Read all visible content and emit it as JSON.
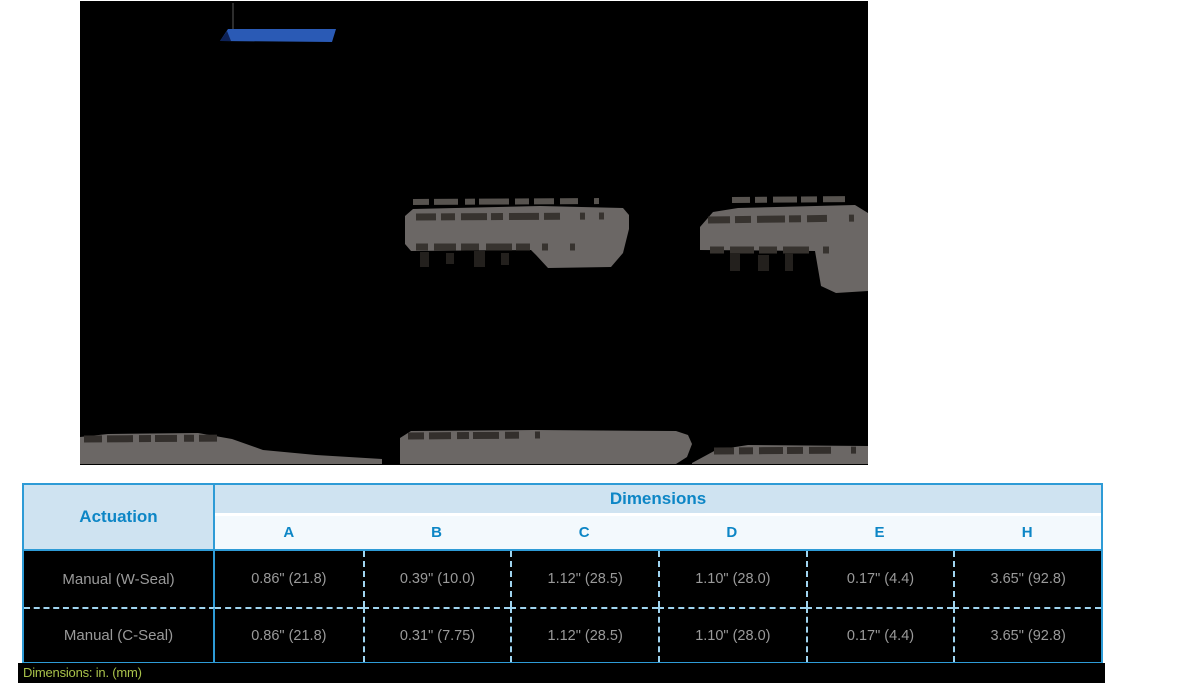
{
  "diagram": {
    "background": "#000000",
    "handle_color": "#2a5ab5",
    "callout_color": "#6b6765"
  },
  "table": {
    "corner_header": "Actuation",
    "group_header": "Dimensions",
    "columns": [
      "A",
      "B",
      "C",
      "D",
      "E",
      "H"
    ],
    "rows": [
      {
        "label": "Manual (W-Seal)",
        "values": [
          "0.86\" (21.8)",
          "0.39\" (10.0)",
          "1.12\" (28.5)",
          "1.10\" (28.0)",
          "0.17\" (4.4)",
          "3.65\" (92.8)"
        ]
      },
      {
        "label": "Manual (C-Seal)",
        "values": [
          "0.86\" (21.8)",
          "0.31\" (7.75)",
          "1.12\" (28.5)",
          "1.10\" (28.0)",
          "0.17\" (4.4)",
          "3.65\" (92.8)"
        ]
      }
    ],
    "footnote": "Dimensions: in. (mm)",
    "colors": {
      "header_bg": "#cfe3f1",
      "subheader_bg": "#f3f9fd",
      "header_text": "#0d86c6",
      "body_bg": "#000000",
      "body_text": "#9a9a9a",
      "border": "#2e9bd6",
      "dashed_divider": "#9fd4ef",
      "footnote_text": "#a9c24a"
    }
  }
}
